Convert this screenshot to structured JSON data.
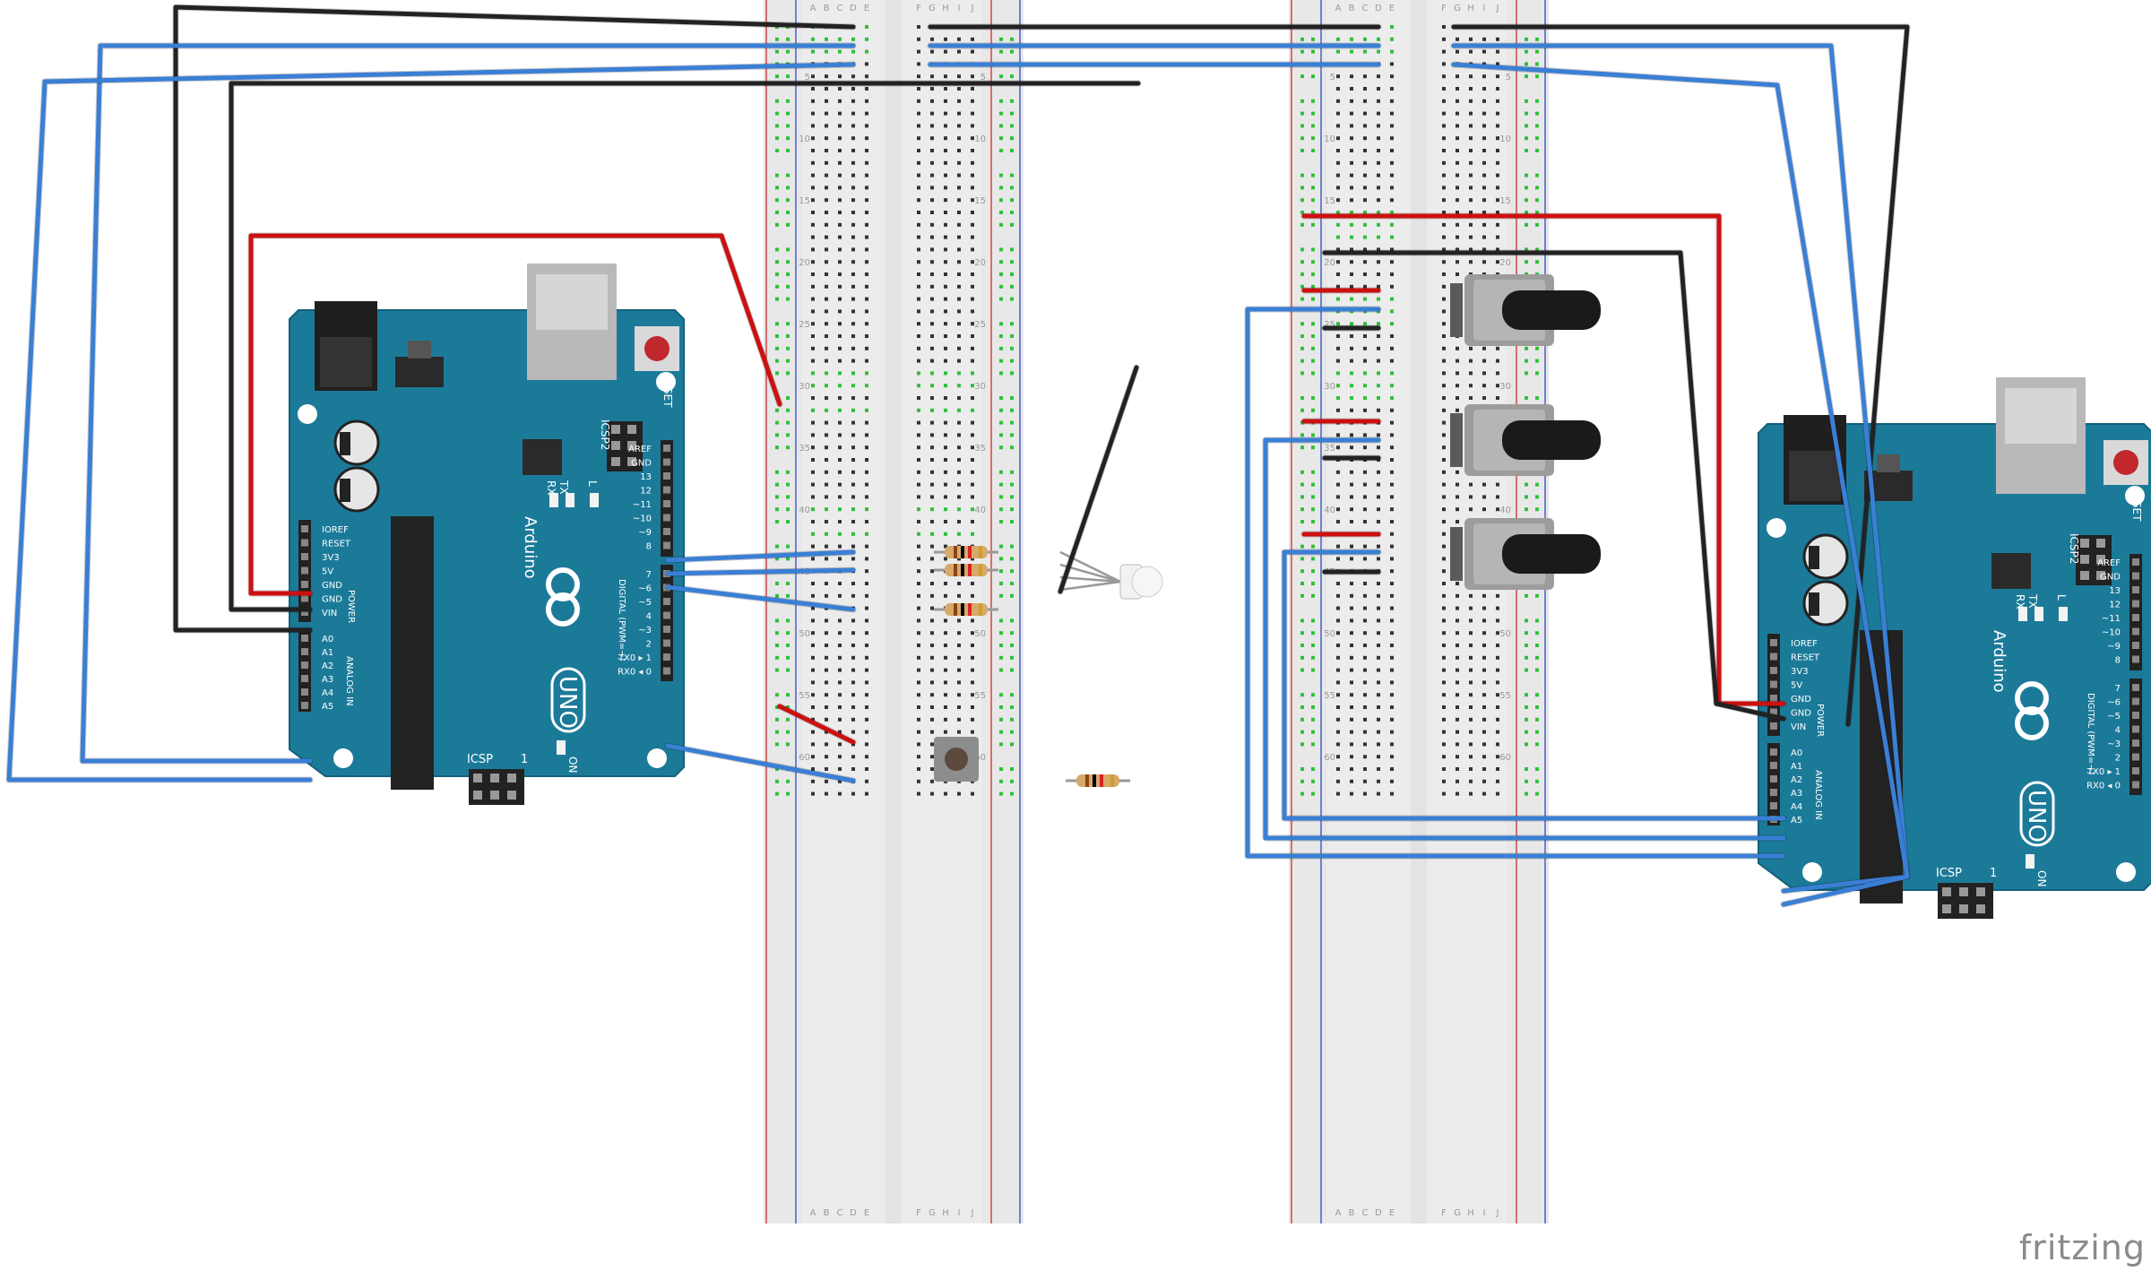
{
  "watermark": "fritzing",
  "colors": {
    "board": "#1c7a99",
    "board_edge": "#13607a",
    "breadboard": "#e8e8e8",
    "breadboard_mid": "#d2d2d2",
    "rail_red": "#d23b3b",
    "rail_blue": "#3d55c8",
    "hole": "#333333",
    "hole_active": "#2fbf3b",
    "wire_black": "#222222",
    "wire_blue": "#3a7fd5",
    "wire_red": "#cc1010",
    "wire_green": "#2e7d32"
  },
  "breadboard": {
    "column_letters": [
      "A",
      "B",
      "C",
      "D",
      "E",
      "F",
      "G",
      "H",
      "I",
      "J"
    ],
    "row_numbers": [
      "5",
      "10",
      "15",
      "20",
      "25",
      "30",
      "35",
      "40",
      "45",
      "50",
      "55",
      "60"
    ]
  },
  "arduino": {
    "brand": "Arduino",
    "model": "UNO",
    "reset": "RESET",
    "icsp": "ICSP",
    "icsp2": "ICSP2",
    "icsp_pin": "1",
    "on": "ON",
    "tx": "TX",
    "rx": "RX",
    "led_l": "L",
    "power_label": "POWER",
    "analog_label": "ANALOG IN",
    "digital_label": "DIGITAL (PWM=~)",
    "power_pins": [
      "IOREF",
      "RESET",
      "3V3",
      "5V",
      "GND",
      "GND",
      "VIN"
    ],
    "analog_pins": [
      "A0",
      "A1",
      "A2",
      "A3",
      "A4",
      "A5"
    ],
    "digital_top": [
      "AREF",
      "GND",
      "13",
      "12",
      "~11",
      "~10",
      "~9",
      "8"
    ],
    "digital_bottom": [
      "7",
      "~6",
      "~5",
      "4",
      "~3",
      "2",
      "TX0 ▸ 1",
      "RX0 ◂ 0"
    ]
  }
}
